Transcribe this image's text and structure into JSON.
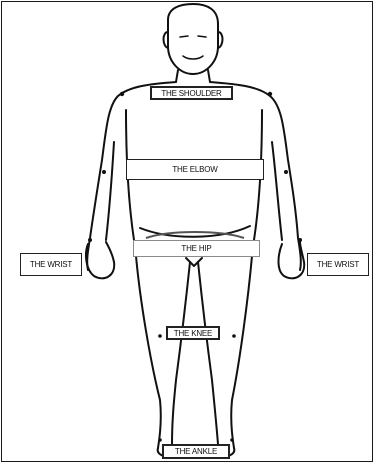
{
  "labels": {
    "shoulder": "THE SHOULDER",
    "elbow": "THE ELBOW",
    "wrist_left": "THE WRIST",
    "wrist_right": "THE WRIST",
    "hip": "THE HIP",
    "knee": "THE KNEE",
    "ankle": "THE ANKLE"
  }
}
